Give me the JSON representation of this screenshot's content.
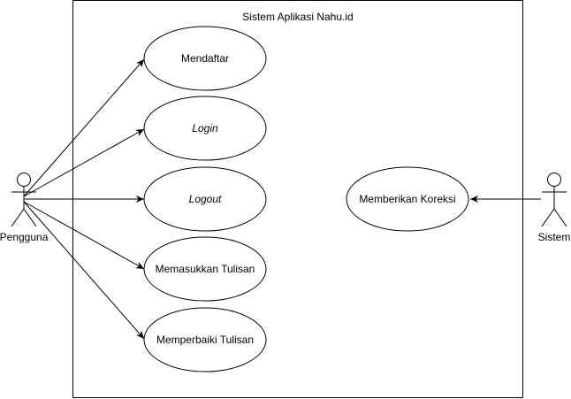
{
  "system": {
    "title": "Sistem Aplikasi Nahu.id"
  },
  "actors": {
    "left": "Pengguna",
    "right": "Sistem"
  },
  "use_cases": {
    "mendaftar": "Mendaftar",
    "login": "Login",
    "logout": "Logout",
    "memasukkan": "Memasukkan Tulisan",
    "memperbaiki": "Memperbaiki Tulisan",
    "koreksi": "Memberikan Koreksi"
  },
  "colors": {
    "stroke": "#000000",
    "fill": "#ffffff"
  }
}
